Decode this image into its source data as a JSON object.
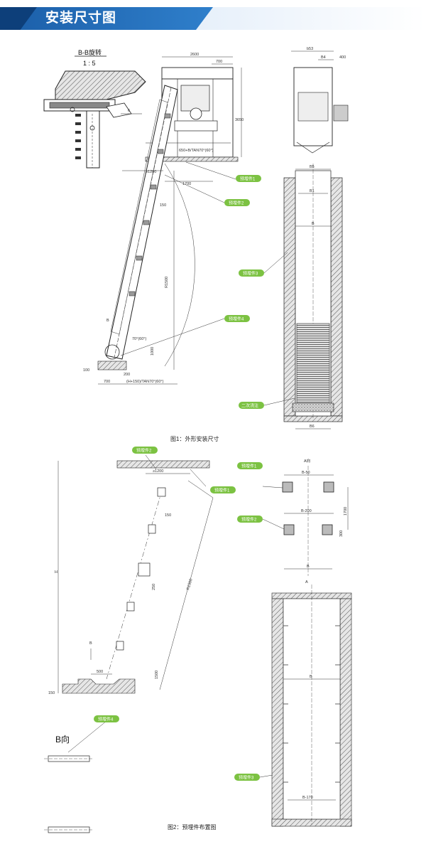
{
  "header": {
    "title": "安装尺寸图"
  },
  "section": {
    "title": "B-B旋转",
    "scale": "1 : 5",
    "angle": "6"
  },
  "fig1": {
    "caption": "图1：外形安装尺寸",
    "dims": {
      "width_top": "2600",
      "d700": "700",
      "d3650": "3650",
      "d1200": "≥1200",
      "d1700": "1700",
      "d150": "150",
      "r1500": "R1500",
      "d700b": "700",
      "d100": "100",
      "d200": "200",
      "d1000": "1000",
      "bottom_formula": "(H+150)/TAN70°(60°)",
      "mid_formula": "650+B/TAN70°(60°)",
      "angle": "70°(60°)",
      "b_left": "B"
    },
    "front": {
      "b53": "b53",
      "b4": "B4",
      "d400": "400",
      "b5": "B5",
      "b1": "B1",
      "b": "B",
      "b6": "B6"
    },
    "tags": [
      "预埋件1",
      "预埋件2",
      "预埋件3",
      "预埋件4",
      "二次浇注"
    ]
  },
  "fig2": {
    "caption": "图2：预埋件布置图",
    "dims": {
      "d1200": "≥1200",
      "d150": "150",
      "d250": "250",
      "r1500": "R1500",
      "h": "H",
      "b": "B",
      "d500": "500",
      "d1500": "1500",
      "d150b": "150"
    },
    "b_view": "B向",
    "plan": {
      "a_label": "A向",
      "b50": "B-50",
      "d1700": "1700",
      "b200": "B-200",
      "d300": "300",
      "b": "B",
      "a_top": "A",
      "b_mid": "B",
      "b170": "B-170"
    },
    "tags": [
      "预埋件2",
      "预埋件1",
      "预埋件1",
      "预埋件2",
      "预埋件4",
      "预埋件3"
    ]
  },
  "colors": {
    "tag": "#7cc242",
    "band": "#1b5ea8"
  }
}
